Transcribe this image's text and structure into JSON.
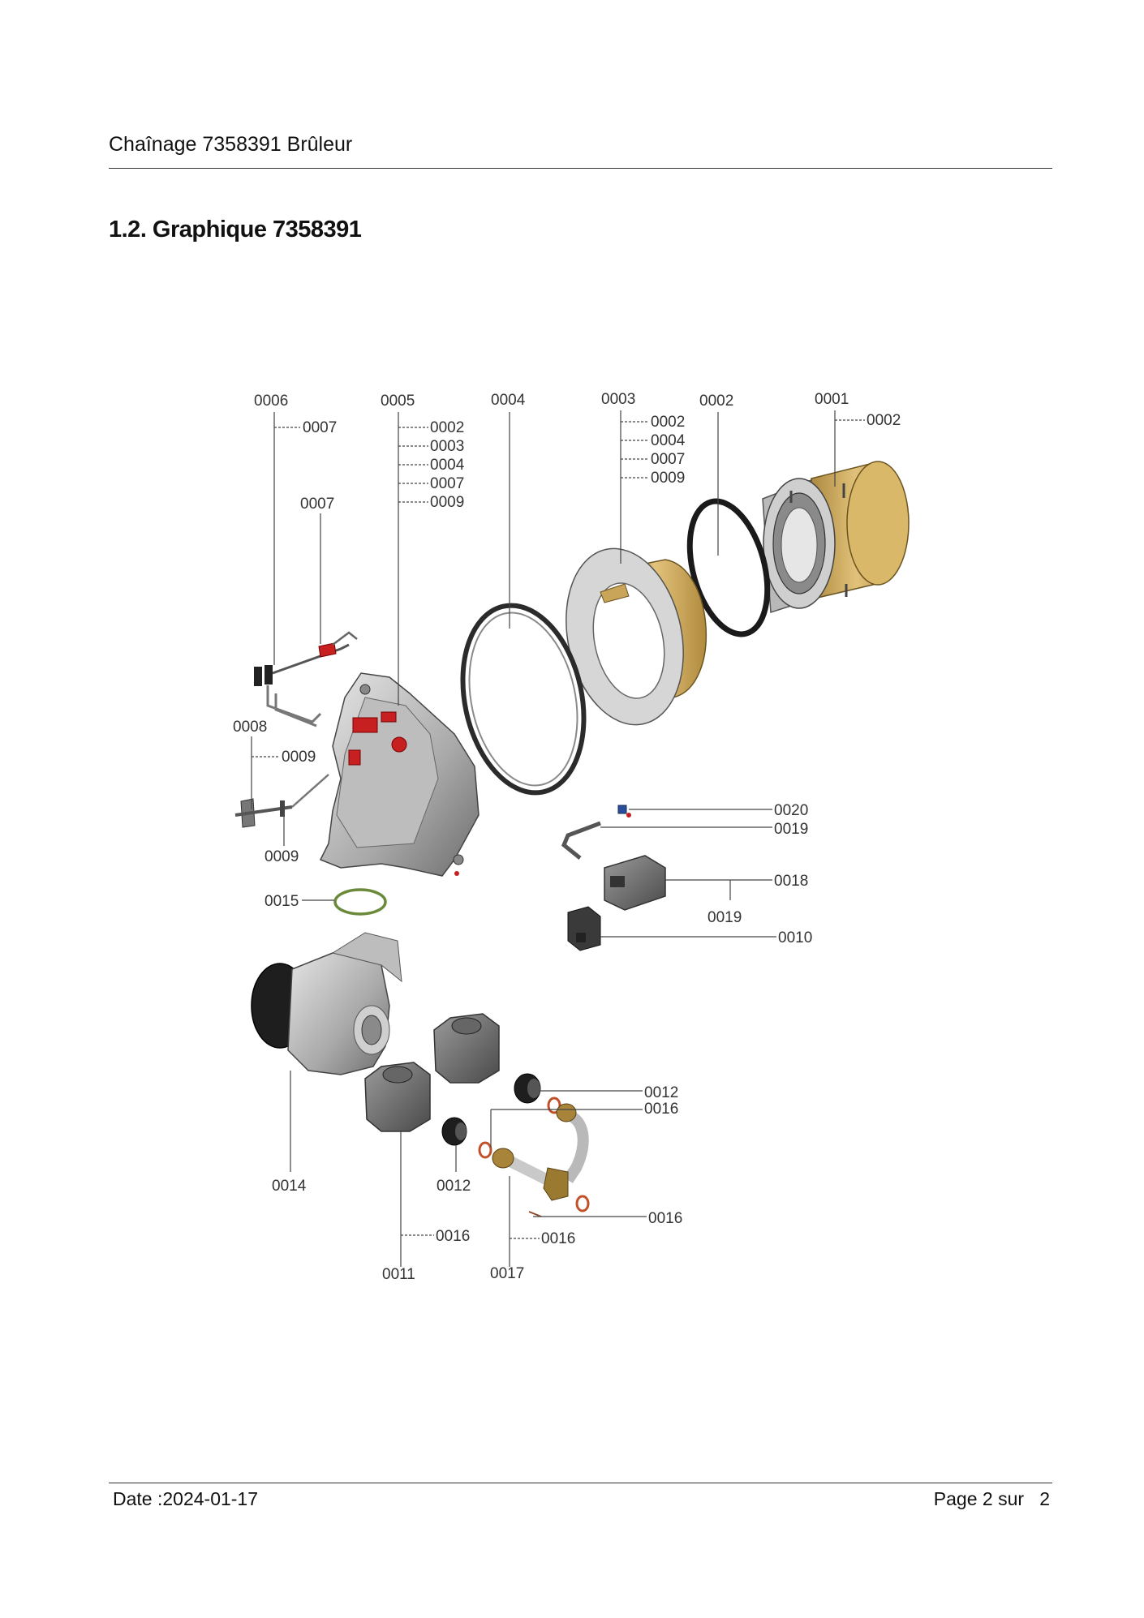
{
  "header": {
    "title": "Chaînage 7358391 Brûleur"
  },
  "section": {
    "title": "1.2. Graphique 7358391"
  },
  "footer": {
    "date": "Date :2024-01-17",
    "page": "Page 2 sur   2"
  },
  "diagram": {
    "callouts": {
      "p0006": "0006",
      "p0006_sub": "0007",
      "p0007": "0007",
      "p0005": "0005",
      "p0005_s1": "0002",
      "p0005_s2": "0003",
      "p0005_s3": "0004",
      "p0005_s4": "0007",
      "p0005_s5": "0009",
      "p0004": "0004",
      "p0003": "0003",
      "p0003_s1": "0002",
      "p0003_s2": "0004",
      "p0003_s3": "0007",
      "p0003_s4": "0009",
      "p0002": "0002",
      "p0001": "0001",
      "p0001_s1": "0002",
      "p0008": "0008",
      "p0008_sub": "0009",
      "p0009": "0009",
      "p0015": "0015",
      "p0020": "0020",
      "p0019a": "0019",
      "p0018": "0018",
      "p0019b": "0019",
      "p0010": "0010",
      "p0012a": "0012",
      "p0016a": "0016",
      "p0014": "0014",
      "p0012b": "0012",
      "p0016b": "0016",
      "p0016c": "0016",
      "p0016d": "0016",
      "p0011": "0011",
      "p0017": "0017"
    }
  }
}
